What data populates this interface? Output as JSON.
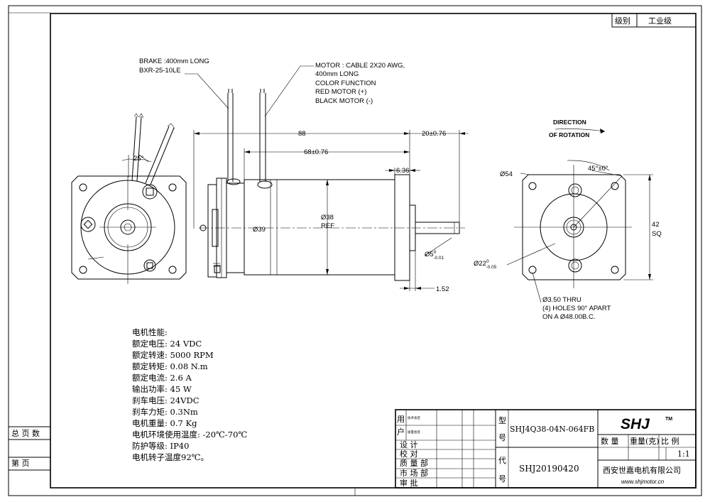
{
  "grade": {
    "label": "级别",
    "value": "工业级"
  },
  "side_labels": {
    "total_pages": "总 页 数",
    "page": "第    页"
  },
  "callouts": {
    "brake": [
      "BRAKE :400mm  LONG",
      "BXR-25-10LE"
    ],
    "motor": [
      "MOTOR :  CABLE 2X20 AWG,",
      "400mm  LONG",
      "COLOR      FUNCTION",
      "RED           MOTOR (+)",
      "BLACK     MOTOR (-)"
    ],
    "direction": [
      "DIRECTION",
      "OF ROTATION"
    ],
    "holes": [
      "Ø3.50 THRU",
      "(4) HOLES 90° APART",
      "ON A Ø48.00B.C."
    ]
  },
  "dimensions": {
    "angle_25": "25°",
    "len_88": "88",
    "len_68": "68±0.76",
    "len_20": "20±0.76",
    "len_636": "6.36",
    "dia_39": "Ø39",
    "dia_38": "Ø38",
    "ref": "REF",
    "shaft_base": "Ø5",
    "shaft_sup": "0",
    "shaft_sub": "-0.01",
    "len_152": "1.52",
    "dia_54": "Ø54",
    "angle_45": "45°±0°",
    "sq_42": "42",
    "sq": "SQ",
    "pilot_base": "Ø22",
    "pilot_sup": "0",
    "pilot_sub": "-0.05"
  },
  "specs": [
    "电机性能:",
    "额定电压:  24    VDC",
    "额定转速:  5000  RPM",
    "额定转矩:  0.08  N.m",
    "额定电流:  2.6    A",
    "输出功率:  45     W",
    "刹车电压:  24VDC",
    "刹车力矩:  0.3Nm",
    "电机重量:  0.7  Kg",
    "电机环境使用温度:  -20℃-70℃",
    "防护等级:  IP40",
    "电机转子温度92℃。"
  ],
  "title_block": {
    "yonghu": [
      "用",
      "户"
    ],
    "tech_review": "技术会签",
    "quality_review": "质量会签",
    "rows": [
      "设    计",
      "校    对",
      "质 量 部",
      "市 场 部",
      "审    批"
    ],
    "model_label": [
      "型",
      "号"
    ],
    "model": "SHJ4Q38-04N-064FB",
    "code_label": [
      "代",
      "号"
    ],
    "code": "SHJ20190420",
    "logo": "SHJ",
    "tm": "TM",
    "headers": [
      "数  量",
      "重量(克)",
      "比  例"
    ],
    "scale": "1:1",
    "company": "西安世嘉电机有限公司",
    "website": "www.shjmotor.cn"
  }
}
